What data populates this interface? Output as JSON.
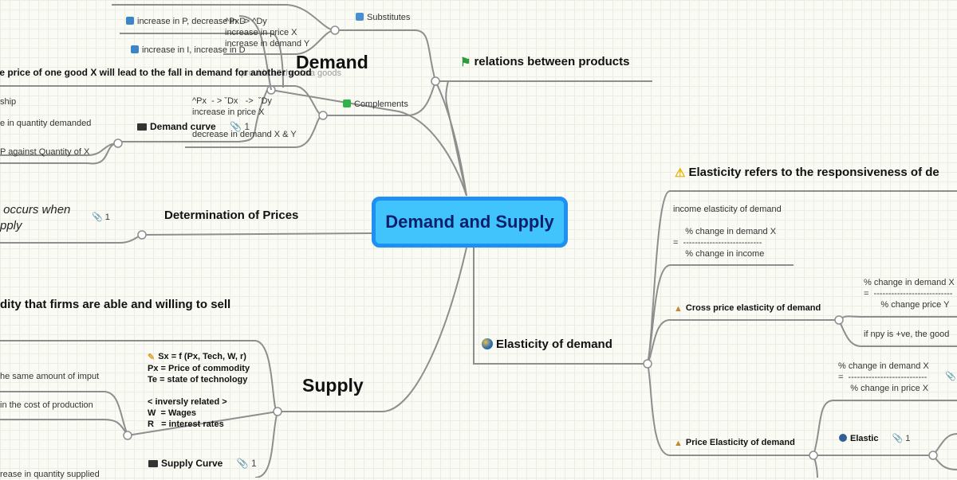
{
  "central": {
    "label": "Demand and Supply"
  },
  "demand": {
    "label": "Demand",
    "nodes": {
      "increase_p": "increase in P, decrease in D",
      "increase_i": "increase in I, increase in D",
      "fall_text": "he price of one good X will lead to the fall in demand for another good",
      "overlap_text": "provide all the data goods",
      "relationship": "ship",
      "quantity_demanded": "e in quantity demanded",
      "p_against_q": "P against Quantity of X",
      "demand_curve": "Demand curve",
      "demand_curve_attachments": "1"
    }
  },
  "relations": {
    "label": "relations between products",
    "substitutes": {
      "label": "Substitutes",
      "note": "^Px -> ^Dy\nincrease in price X\nincrease in demand Y"
    },
    "complements": {
      "label": "Complements",
      "note": "^Px  - > ˇDx   ->  ˇDy\nincrease in price X\n\ndecrease in demand X & Y"
    }
  },
  "determination": {
    "label": "Determination of Prices",
    "child_text": " occurs when\npply",
    "child_attachments": "1"
  },
  "supply": {
    "label": "Supply",
    "definition": "dity that firms are able and willing to sell",
    "function_note": "Sx = f (Px, Tech, W, r)\nPx = Price of commodity\nTe = state of technology\n\n< inversly related >\nW  = Wages\nR   = interest rates",
    "same_input": "he same amount of imput",
    "cost_production": " in the cost of production",
    "supply_curve": "Supply Curve",
    "supply_curve_attachments": "1",
    "qty_supplied": "rease in quantity supplied"
  },
  "elasticity": {
    "label": "Elasticity of demand",
    "definition": "Elasticity refers to the responsiveness of de",
    "income": "income elasticity of demand\n\n     % change in demand X\n=  ---------------------------\n     % change in income",
    "cross": {
      "label": "Cross price elasticity of demand",
      "formula": "% change in demand X\n=  ---------------------------\n       % change price Y",
      "note": "if npy is +ve, the good"
    },
    "price": {
      "label": "Price Elasticity of demand",
      "formula": "% change in demand X\n=  ---------------------------\n     % change in price X",
      "elastic": "Elastic",
      "elastic_attachments": "1"
    }
  },
  "colors": {
    "central_fill": "#40c4fb",
    "central_border": "#1f8ff2",
    "central_text": "#0c1f6b",
    "link": "#8e8e8e"
  }
}
